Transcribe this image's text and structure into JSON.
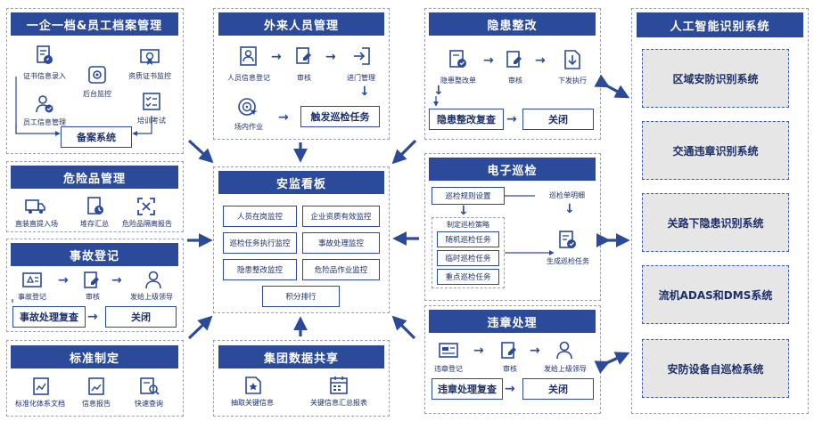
{
  "archive": {
    "title": "一企一档&员工档案管理",
    "items": [
      "证书信息录入",
      "后台监控",
      "资质证书监控",
      "员工信息管理",
      "培训考试"
    ],
    "system": "备案系统"
  },
  "hazmat": {
    "title": "危险品管理",
    "items": [
      "直装直提入场",
      "堆存汇总",
      "危险品隔离报告"
    ]
  },
  "accident": {
    "title": "事故登记",
    "items": [
      "事故登记",
      "审核",
      "发给上级领导"
    ],
    "review": "事故处理复查",
    "close": "关闭"
  },
  "standard": {
    "title": "标准制定",
    "items": [
      "标准化体系文档",
      "信息报告",
      "快速查询"
    ]
  },
  "visitor": {
    "title": "外来人员管理",
    "items": [
      "人员信息登记",
      "审核",
      "进门管理",
      "场内作业"
    ],
    "trigger": "触发巡检任务"
  },
  "dashboard": {
    "title": "安监看板",
    "cells": [
      "人员在岗监控",
      "企业资质有效监控",
      "巡检任务执行监控",
      "事故处理监控",
      "隐患整改监控",
      "危险品作业监控",
      "积分排行"
    ]
  },
  "group": {
    "title": "集团数据共享",
    "items": [
      "抽取关键信息",
      "关键信息汇总报表"
    ]
  },
  "hazard": {
    "title": "隐患整改",
    "items": [
      "隐患整改单",
      "审核",
      "下发执行"
    ],
    "review": "隐患整改复查",
    "close": "关闭"
  },
  "epatrol": {
    "title": "电子巡检",
    "rule": "巡检规则设置",
    "detail": "巡检单明细",
    "strategy": "制定巡检策略",
    "tasks": [
      "随机巡检任务",
      "临时巡检任务",
      "重点巡检任务"
    ],
    "generate": "生成巡检任务"
  },
  "violation": {
    "title": "违章处理",
    "items": [
      "违章登记",
      "审核",
      "发给上级领导"
    ],
    "review": "违章处理复查",
    "close": "关闭"
  },
  "ai": {
    "title": "人工智能识别系统",
    "systems": [
      "区域安防识别系统",
      "交通违章识别系统",
      "关路下隐患识别系统",
      "流机ADAS和DMS系统",
      "安防设备自巡检系统"
    ]
  },
  "colors": {
    "primary": "#2b4a9a",
    "grey_box": "#e6e6e6",
    "dash": "#9aa0ad"
  }
}
